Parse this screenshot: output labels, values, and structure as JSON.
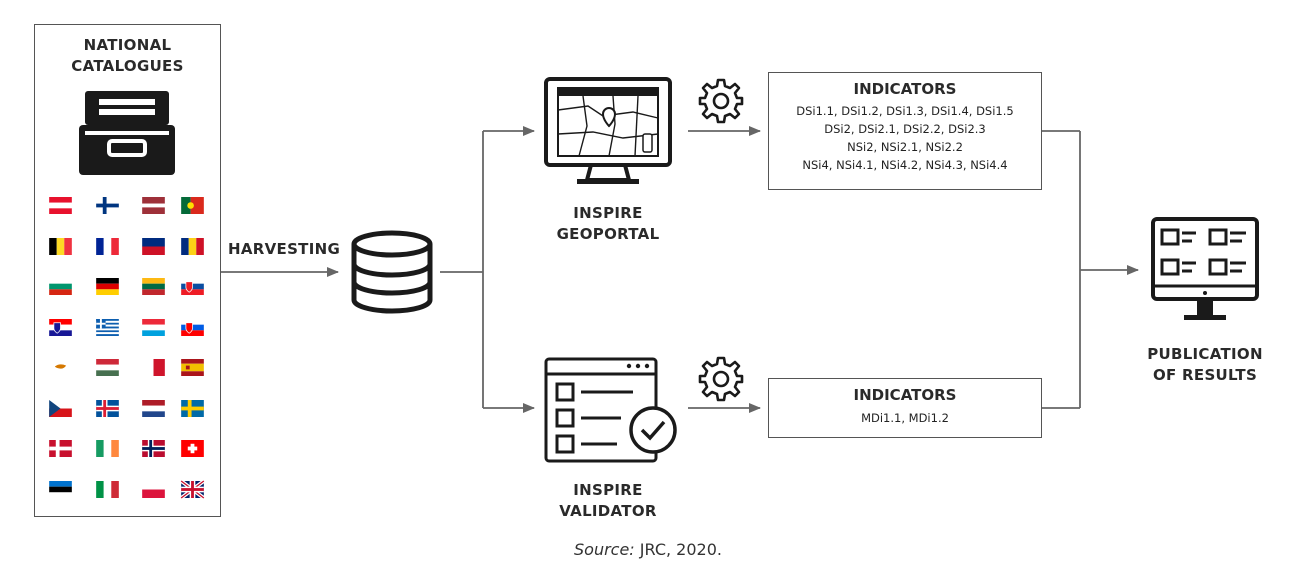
{
  "catalogues": {
    "title_line1": "NATIONAL",
    "title_line2": "CATALOGUES",
    "flags": [
      {
        "name": "austria",
        "colors": [
          "#e8112d",
          "#ffffff",
          "#e8112d"
        ],
        "layout": "h3"
      },
      {
        "name": "finland",
        "colors": [
          "#ffffff",
          "#003580"
        ],
        "layout": "nordic"
      },
      {
        "name": "latvia",
        "colors": [
          "#9e3039",
          "#ffffff",
          "#9e3039"
        ],
        "layout": "h3lv"
      },
      {
        "name": "portugal",
        "colors": [
          "#046a38",
          "#da291c"
        ],
        "layout": "pt"
      },
      {
        "name": "belgium",
        "colors": [
          "#000000",
          "#fdda24",
          "#ef3340"
        ],
        "layout": "v3"
      },
      {
        "name": "france",
        "colors": [
          "#002395",
          "#ffffff",
          "#ed2939"
        ],
        "layout": "v3"
      },
      {
        "name": "liechtenstein",
        "colors": [
          "#002b7f",
          "#ce1126"
        ],
        "layout": "h2"
      },
      {
        "name": "romania",
        "colors": [
          "#002b7f",
          "#fcd116",
          "#ce1126"
        ],
        "layout": "v3"
      },
      {
        "name": "bulgaria",
        "colors": [
          "#ffffff",
          "#00966e",
          "#d62612"
        ],
        "layout": "h3"
      },
      {
        "name": "germany",
        "colors": [
          "#000000",
          "#dd0000",
          "#ffce00"
        ],
        "layout": "h3"
      },
      {
        "name": "lithuania",
        "colors": [
          "#fdb913",
          "#006a44",
          "#c1272d"
        ],
        "layout": "h3"
      },
      {
        "name": "slovakia",
        "colors": [
          "#ffffff",
          "#0b4ea2",
          "#ee1c25"
        ],
        "layout": "h3c"
      },
      {
        "name": "croatia",
        "colors": [
          "#ff0000",
          "#ffffff",
          "#171796"
        ],
        "layout": "h3c"
      },
      {
        "name": "greece",
        "colors": [
          "#0d5eaf",
          "#ffffff"
        ],
        "layout": "gr"
      },
      {
        "name": "luxembourg",
        "colors": [
          "#ed2939",
          "#ffffff",
          "#00a1de"
        ],
        "layout": "h3"
      },
      {
        "name": "slovenia",
        "colors": [
          "#ffffff",
          "#005ce5",
          "#ff0000"
        ],
        "layout": "h3c"
      },
      {
        "name": "cyprus",
        "colors": [
          "#ffffff",
          "#d57800"
        ],
        "layout": "cy"
      },
      {
        "name": "hungary",
        "colors": [
          "#ce2939",
          "#ffffff",
          "#477050"
        ],
        "layout": "h3"
      },
      {
        "name": "malta",
        "colors": [
          "#ffffff",
          "#cf142b"
        ],
        "layout": "v2"
      },
      {
        "name": "spain",
        "colors": [
          "#aa151b",
          "#f1bf00",
          "#aa151b"
        ],
        "layout": "es"
      },
      {
        "name": "czechia",
        "colors": [
          "#ffffff",
          "#d7141a",
          "#11457e"
        ],
        "layout": "cz"
      },
      {
        "name": "iceland",
        "colors": [
          "#02529c",
          "#ffffff",
          "#dc1e35"
        ],
        "layout": "nordic3"
      },
      {
        "name": "netherlands",
        "colors": [
          "#ae1c28",
          "#ffffff",
          "#21468b"
        ],
        "layout": "h3"
      },
      {
        "name": "sweden",
        "colors": [
          "#006aa7",
          "#fecc00"
        ],
        "layout": "nordic"
      },
      {
        "name": "denmark",
        "colors": [
          "#c8102e",
          "#ffffff"
        ],
        "layout": "nordic"
      },
      {
        "name": "ireland",
        "colors": [
          "#169b62",
          "#ffffff",
          "#ff883e"
        ],
        "layout": "v3"
      },
      {
        "name": "norway",
        "colors": [
          "#ba0c2f",
          "#ffffff",
          "#00205b"
        ],
        "layout": "nordic3"
      },
      {
        "name": "switzerland",
        "colors": [
          "#ff0000",
          "#ffffff"
        ],
        "layout": "ch"
      },
      {
        "name": "estonia",
        "colors": [
          "#0072ce",
          "#000000",
          "#ffffff"
        ],
        "layout": "h3"
      },
      {
        "name": "italy",
        "colors": [
          "#009246",
          "#ffffff",
          "#ce2b37"
        ],
        "layout": "v3"
      },
      {
        "name": "poland",
        "colors": [
          "#ffffff",
          "#dc143c"
        ],
        "layout": "h2"
      },
      {
        "name": "united-kingdom",
        "colors": [
          "#012169",
          "#ffffff",
          "#c8102e"
        ],
        "layout": "uk"
      }
    ]
  },
  "harvesting_label": "HARVESTING",
  "geoportal": {
    "line1": "INSPIRE",
    "line2": "GEOPORTAL"
  },
  "validator": {
    "line1": "INSPIRE",
    "line2": "VALIDATOR"
  },
  "indicators_top": {
    "title": "INDICATORS",
    "lines": [
      "DSi1.1, DSi1.2, DSi1.3, DSi1.4, DSi1.5",
      "DSi2, DSi2.1, DSi2.2, DSi2.3",
      "NSi2, NSi2.1, NSi2.2",
      "NSi4, NSi4.1, NSi4.2, NSi4.3, NSi4.4"
    ]
  },
  "indicators_bottom": {
    "title": "INDICATORS",
    "lines": [
      "MDi1.1, MDi1.2"
    ]
  },
  "publication": {
    "line1": "PUBLICATION",
    "line2": "OF RESULTS"
  },
  "source": {
    "prefix": "Source:",
    "text": " JRC, 2020."
  },
  "colors": {
    "line": "#666666",
    "icon": "#1a1a1a"
  }
}
